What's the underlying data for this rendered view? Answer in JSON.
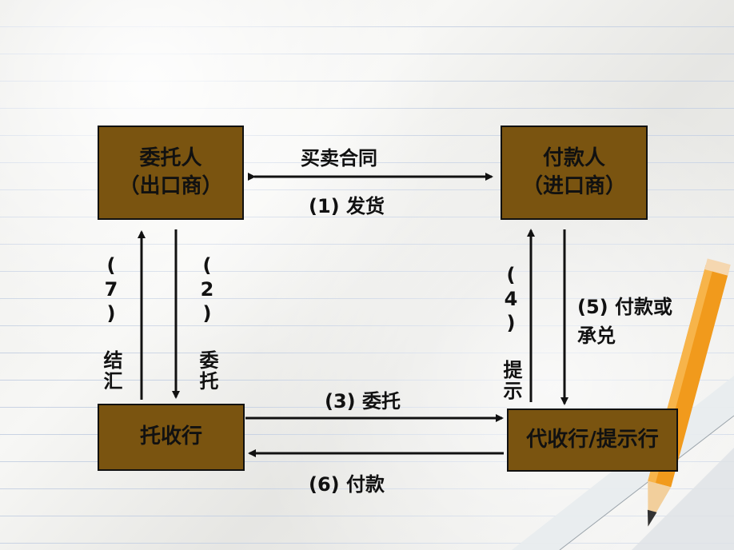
{
  "boxes": {
    "principal": {
      "line1": "委托人",
      "line2": "（出口商）"
    },
    "payer": {
      "line1": "付款人",
      "line2": "（进口商）"
    },
    "remitting_bank": {
      "line1": "托收行"
    },
    "collecting_bank": {
      "line1": "代收行/提示行"
    }
  },
  "labels": {
    "contract": "买卖合同",
    "step1": "(1) 发货",
    "step2": "(2) 委托",
    "step3": "(3) 委托",
    "step4": "(4) 提示",
    "step5_line1": "(5) 付款或",
    "step5_line2": "承兑",
    "step6": "(6) 付款",
    "step7": "(7) 结汇"
  },
  "colors": {
    "box_fill": "#7a5410",
    "arrow": "#111111"
  }
}
